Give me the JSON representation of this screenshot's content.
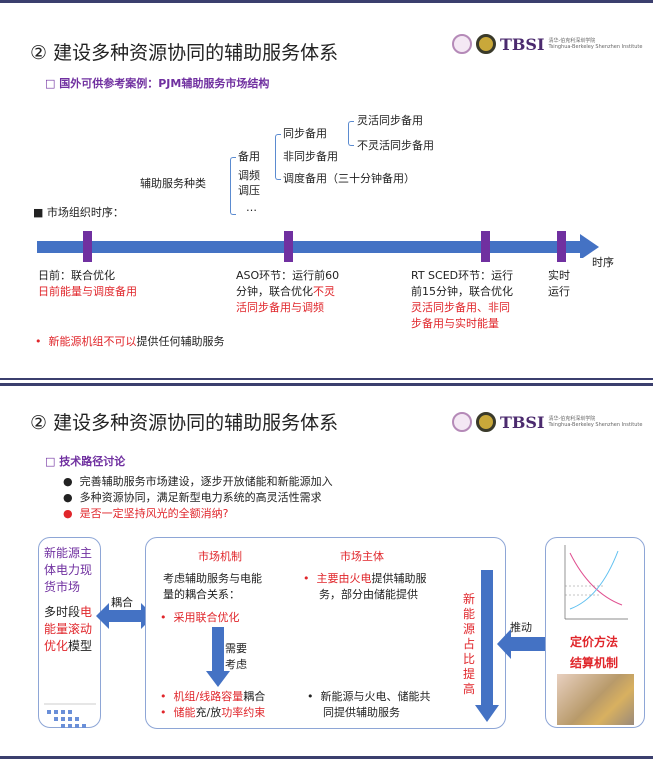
{
  "slide1": {
    "title": "② 建设多种资源协同的辅助服务体系",
    "logo": {
      "text": "TBSI",
      "sub_cn": "清华-伯克利深圳学院",
      "sub_en": "Tsinghua-Berkeley Shenzhen Institute"
    },
    "subtitle": "□ 国外可供参考案例：PJM辅助服务市场结构",
    "tree": {
      "root": "辅助服务种类",
      "l1": [
        "备用",
        "调频",
        "调压",
        "…"
      ],
      "l2": [
        "同步备用",
        "非同步备用",
        "调度备用（三十分钟备用）"
      ],
      "l3": [
        "灵活同步备用",
        "不灵活同步备用"
      ]
    },
    "timeline_label": "■ 市场组织时序：",
    "axis_label": "时序",
    "stages": [
      {
        "l1": "日前：联合优化",
        "r1": "日前能量与调度备用"
      },
      {
        "l1": "ASO环节：运行前60",
        "l2": "分钟，联合优化",
        "r2": "不灵",
        "r3": "活同步备用与调频"
      },
      {
        "l1": "RT SCED环节：运行",
        "l2": "前15分钟，联合优化",
        "r3": "灵活同步备用、非同",
        "r4": "步备用与实时能量"
      },
      {
        "l1": "实时",
        "l2": "运行"
      }
    ],
    "note_red": "新能源机组不可以",
    "note_black": "提供任何辅助服务"
  },
  "slide2": {
    "title": "② 建设多种资源协同的辅助服务体系",
    "subtitle": "□ 技术路径讨论",
    "bullets": [
      "完善辅助服务市场建设，逐步开放储能和新能源加入",
      "多种资源协同，满足新型电力系统的高灵活性需求",
      "是否一定坚持风光的全额消纳?"
    ],
    "left": {
      "title": [
        "新能源主",
        "体电力现",
        "货市场"
      ],
      "m1": "多时段",
      "m2": "电",
      "m3": "能量滚动",
      "m4": "优化",
      "m5": "模型"
    },
    "couple": "耦合",
    "mid": {
      "h1": "市场机制",
      "h2": "市场主体",
      "c1": "考虑辅助服务与电能",
      "c2": "量的耦合关系：",
      "b1": "采用联合优化",
      "need": [
        "需要",
        "考虑"
      ],
      "b2r": "机组/线路容量",
      "b2b": "耦合",
      "b3r1": "储能",
      "b3b": "充/放",
      "b3r2": "功率约束",
      "s1r": "主要由火电",
      "s1b": "提供辅助服",
      "s1c": "务，部分由储能提供",
      "s2a": "新能源与火电、储能共",
      "s2b": "同提供辅助服务"
    },
    "vertical": "新能源占比提高",
    "push": "推动",
    "right": {
      "pricing": "定价方法",
      "settlement": "结算机制"
    }
  },
  "colors": {
    "arrow": "#4472c4",
    "marker": "#7030a0",
    "red": "#e0262b",
    "line": "#3b3f6e"
  }
}
